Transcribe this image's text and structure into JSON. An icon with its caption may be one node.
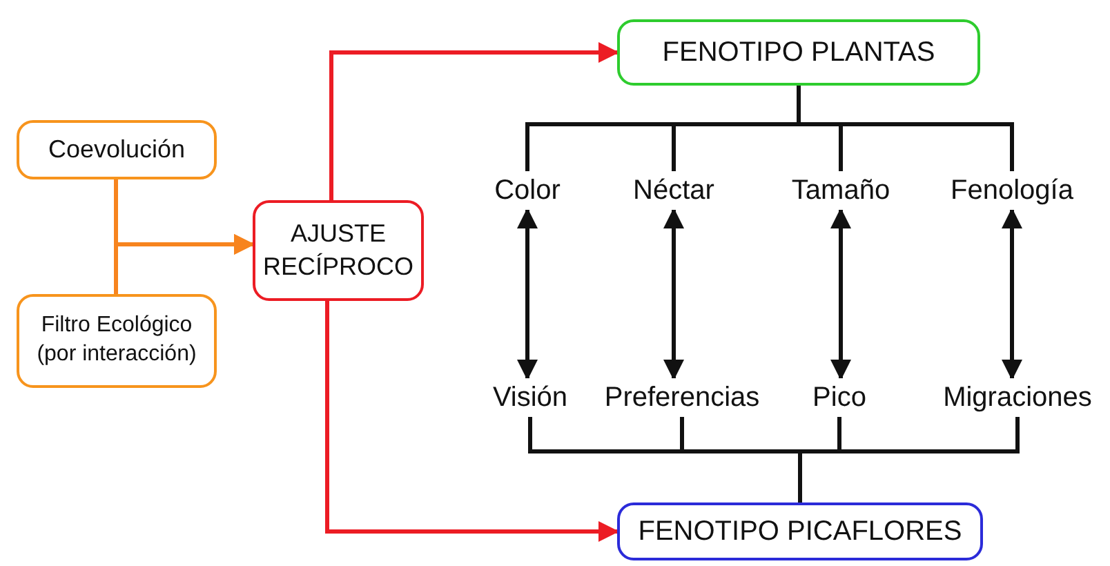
{
  "diagram": {
    "nodes": [
      {
        "text": [
          "Coevolución"
        ]
      },
      {
        "text": [
          "Filtro Ecológico (por interacción)"
        ]
      },
      {
        "text": [
          "AJUSTE RECÍPROCO"
        ]
      },
      {
        "text": [
          "FENOTIPO PLANTAS"
        ]
      },
      {
        "text": [
          "FENOTIPO PICAFLORES"
        ]
      },
      {
        "text": [
          "Color"
        ]
      },
      {
        "text": [
          "Néctar"
        ]
      },
      {
        "text": [
          "Tamaño"
        ]
      },
      {
        "text": [
          "Fenología"
        ]
      },
      {
        "text": [
          "Visión"
        ]
      },
      {
        "text": [
          "Preferencias"
        ]
      },
      {
        "text": [
          "Pico"
        ]
      },
      {
        "text": [
          "Migraciones"
        ]
      }
    ],
    "edges": [
      {
        "from": 0,
        "to": 2,
        "arrow": "to",
        "color": "#f7841e"
      },
      {
        "from": 1,
        "to": 2,
        "arrow": "to",
        "color": "#f7841e"
      },
      {
        "from": 2,
        "to": 3,
        "arrow": "to",
        "color": "#ec1c24"
      },
      {
        "from": 2,
        "to": 4,
        "arrow": "to",
        "color": "#ec1c24"
      },
      {
        "from": 3,
        "to": 5,
        "arrow": "none"
      },
      {
        "from": 3,
        "to": 6,
        "arrow": "none"
      },
      {
        "from": 3,
        "to": 7,
        "arrow": "none"
      },
      {
        "from": 3,
        "to": 8,
        "arrow": "none"
      },
      {
        "from": 5,
        "to": 9,
        "arrow": "both"
      },
      {
        "from": 6,
        "to": 10,
        "arrow": "both"
      },
      {
        "from": 7,
        "to": 11,
        "arrow": "both"
      },
      {
        "from": 8,
        "to": 12,
        "arrow": "both"
      },
      {
        "from": 4,
        "to": 9,
        "arrow": "none"
      },
      {
        "from": 4,
        "to": 10,
        "arrow": "none"
      },
      {
        "from": 4,
        "to": 11,
        "arrow": "none"
      },
      {
        "from": 4,
        "to": 12,
        "arrow": "none"
      }
    ]
  }
}
